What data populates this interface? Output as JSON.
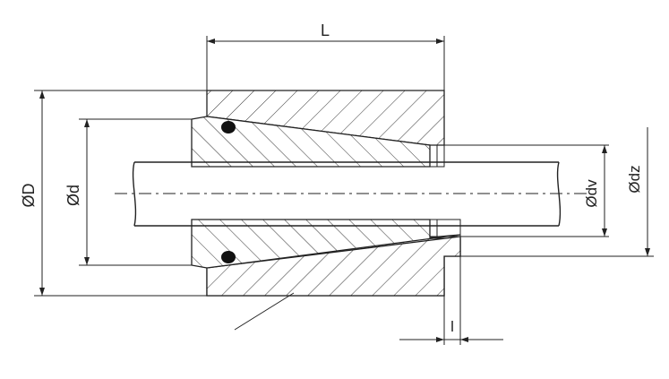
{
  "drawing": {
    "labels": {
      "length": "L",
      "outer_diameter": "ØD",
      "bore_diameter": "Ød",
      "shaft_diameter": "Ødv",
      "hub_diameter": "Ødz",
      "step_length": "l"
    }
  }
}
